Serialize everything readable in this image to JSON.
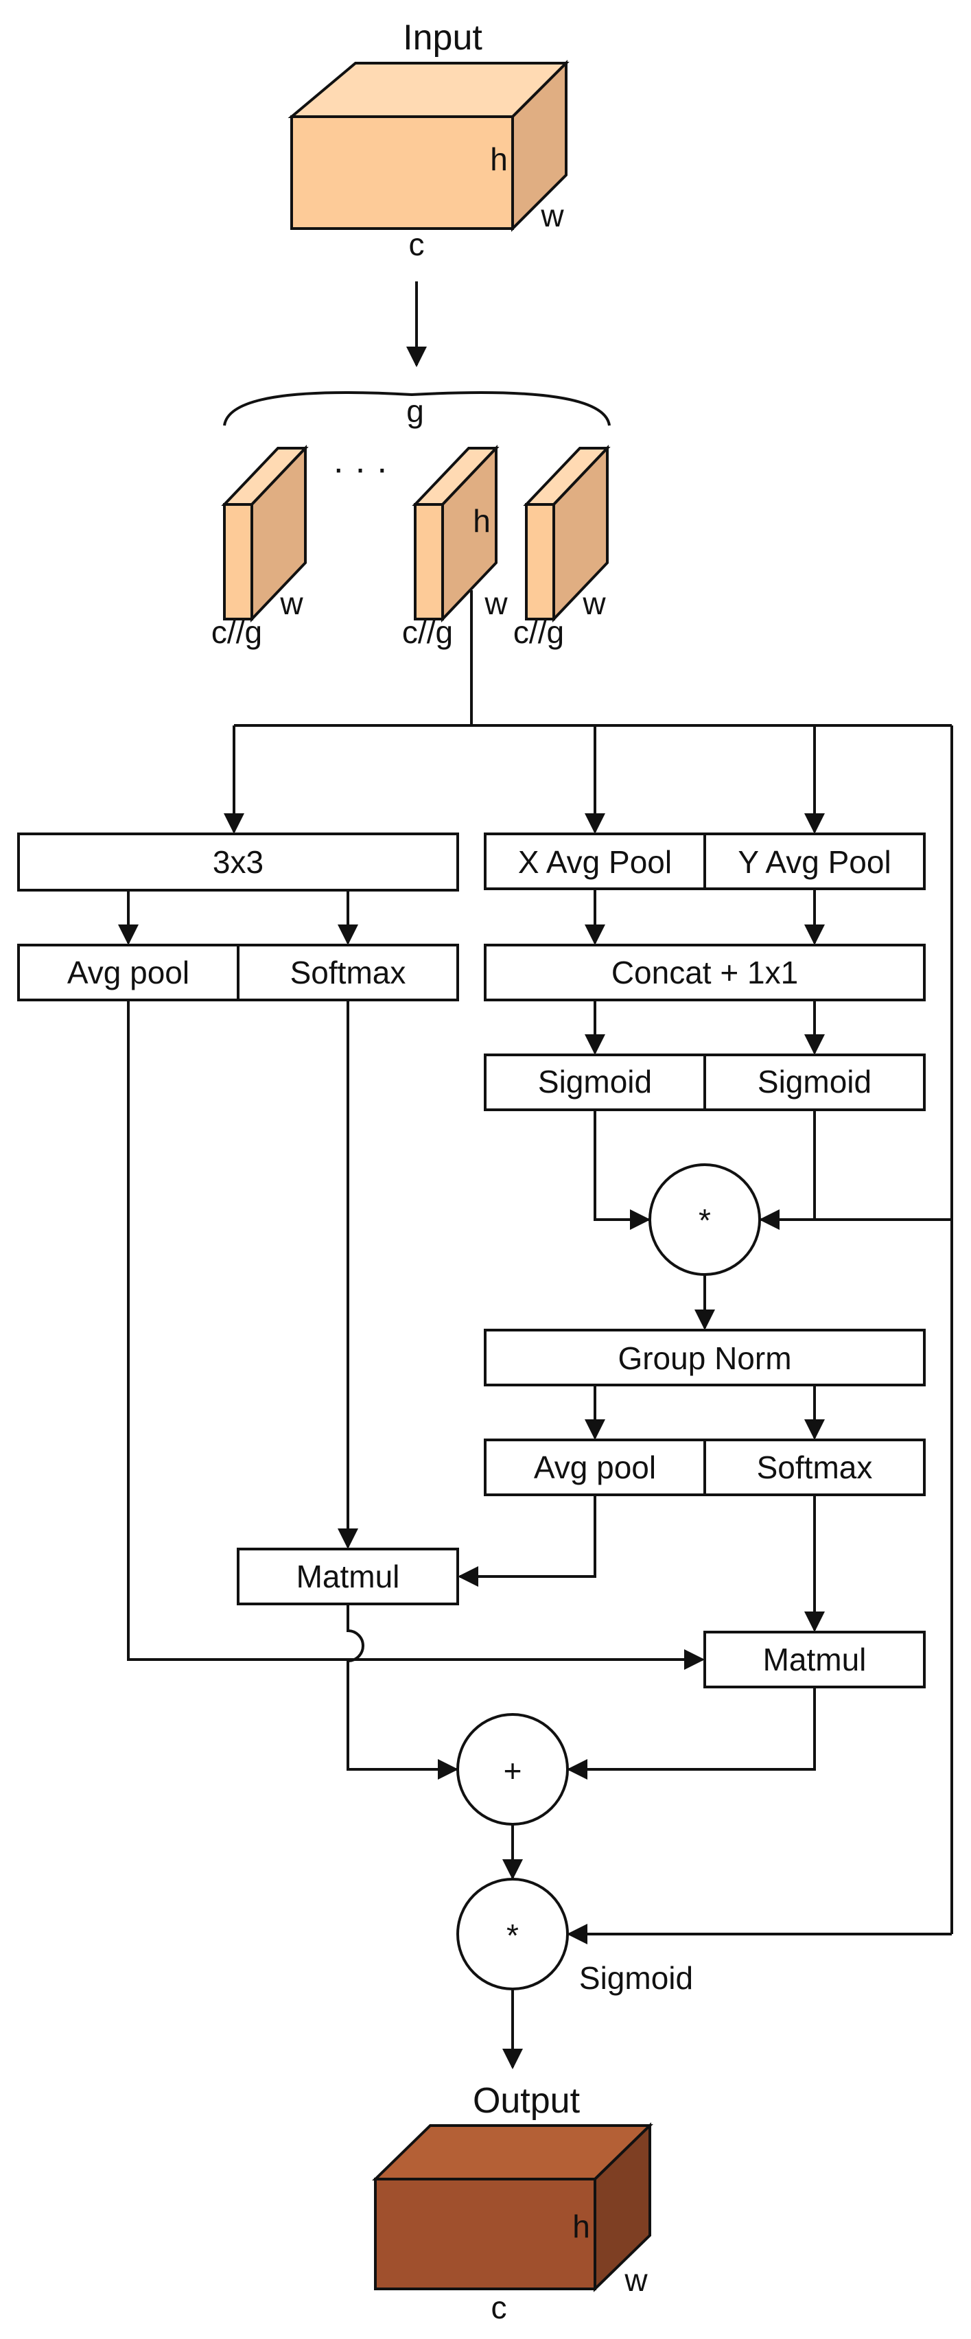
{
  "colors": {
    "input_front": "#FDCB98",
    "input_top": "#FFDAB3",
    "input_side": "#E0AE82",
    "output_front": "#A0502D",
    "output_top": "#B46036",
    "output_side": "#7E3F23",
    "stroke": "#111111"
  },
  "input": {
    "title": "Input",
    "c": "c",
    "h": "h",
    "w": "w"
  },
  "groups": {
    "g": "g",
    "dots": "· · ·",
    "h": "h",
    "w1": "w",
    "w2": "w",
    "w3": "w",
    "c1": "c//g",
    "c2": "c//g",
    "c3": "c//g"
  },
  "left_branch": {
    "conv": "3x3",
    "avg_pool": "Avg pool",
    "softmax": "Softmax"
  },
  "right_branch": {
    "x_pool": "X Avg Pool",
    "y_pool": "Y Avg Pool",
    "concat": "Concat + 1x1",
    "sigmoid_1": "Sigmoid",
    "sigmoid_2": "Sigmoid",
    "multiply": "*",
    "group_norm": "Group Norm",
    "avg_pool": "Avg pool",
    "softmax": "Softmax"
  },
  "merge": {
    "matmul_left": "Matmul",
    "matmul_right": "Matmul",
    "add": "+",
    "final_multiply": "*",
    "final_sigmoid": "Sigmoid"
  },
  "output": {
    "title": "Output",
    "c": "c",
    "h": "h",
    "w": "w"
  }
}
